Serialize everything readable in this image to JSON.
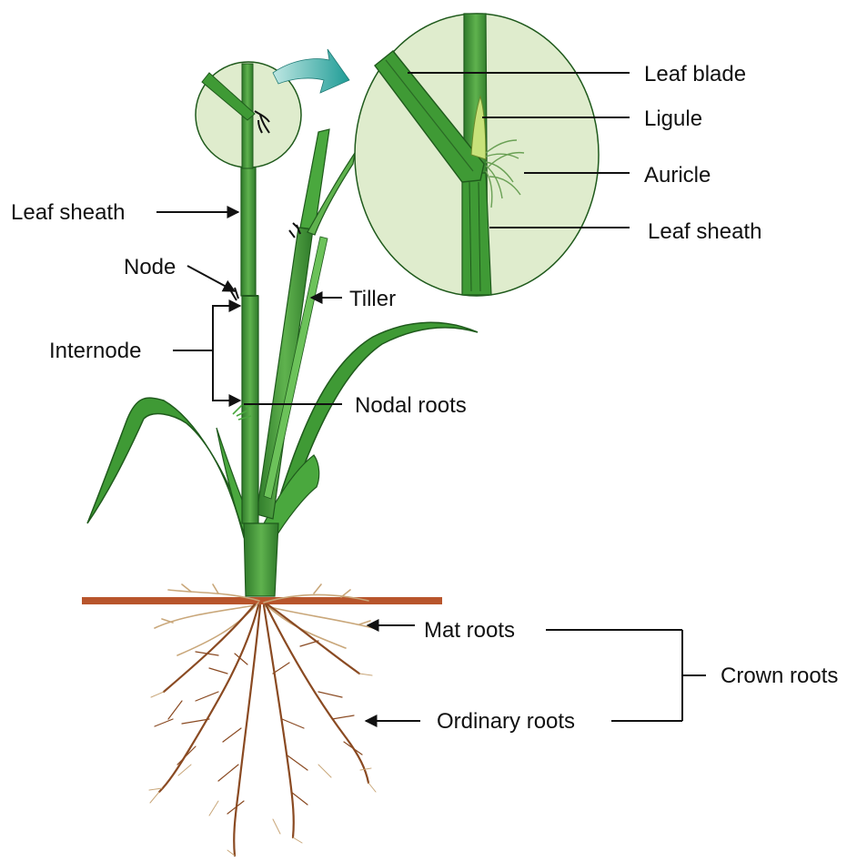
{
  "labels": {
    "leaf_sheath_left": "Leaf sheath",
    "node": "Node",
    "internode": "Internode",
    "tiller": "Tiller",
    "nodal_roots": "Nodal roots",
    "leaf_blade": "Leaf blade",
    "ligule": "Ligule",
    "auricle": "Auricle",
    "leaf_sheath_right": "Leaf sheath",
    "mat_roots": "Mat roots",
    "ordinary_roots": "Ordinary roots",
    "crown_roots": "Crown roots"
  },
  "colors": {
    "leaf_dark": "#2f7a2a",
    "leaf_mid": "#3f9a35",
    "leaf_light": "#6cc25a",
    "magnifier_fill": "#dfeccd",
    "ground_line": "#b8552c",
    "root_brown": "#8a4a22",
    "root_tan": "#c9a77a",
    "callout_arrow": "#2fa6a0"
  }
}
